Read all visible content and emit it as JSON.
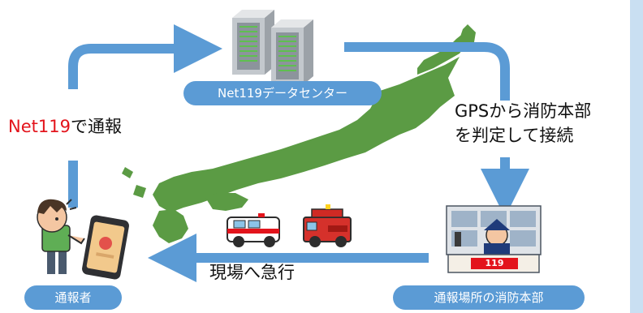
{
  "colors": {
    "flow_arrow": "#5b9bd5",
    "label_pill": "#5b9bd5",
    "map": "#5b9b44",
    "accent_red": "#e3141c",
    "side_panel": "#c9dff2"
  },
  "datacenter": {
    "label": "Net119データセンター"
  },
  "reporter": {
    "label": "通報者",
    "call_brand": "Net119",
    "call_suffix": "で通報"
  },
  "routing": {
    "line1": "GPSから消防本部",
    "line2": "を判定して接続"
  },
  "fire_hq": {
    "label": "通報場所の消防本部",
    "desk_number": "119"
  },
  "dispatch": {
    "label": "現場へ急行"
  },
  "icons": [
    "server-icon",
    "japan-map-icon",
    "reporter-person-icon",
    "smartphone-icon",
    "ambulance-icon",
    "fire-engine-icon",
    "dispatcher-icon"
  ]
}
